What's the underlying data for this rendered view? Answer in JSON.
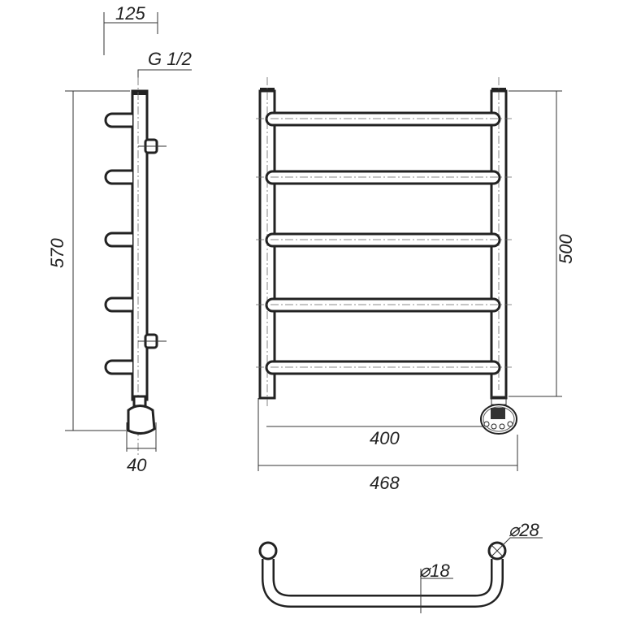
{
  "dimensions": {
    "depth": "125",
    "thread": "G 1/2",
    "total_height": "570",
    "element_width": "40",
    "axis_height": "500",
    "axis_width": "400",
    "total_width": "468",
    "post_diameter": "⌀28",
    "rail_diameter": "⌀18"
  },
  "rail_count": 5
}
